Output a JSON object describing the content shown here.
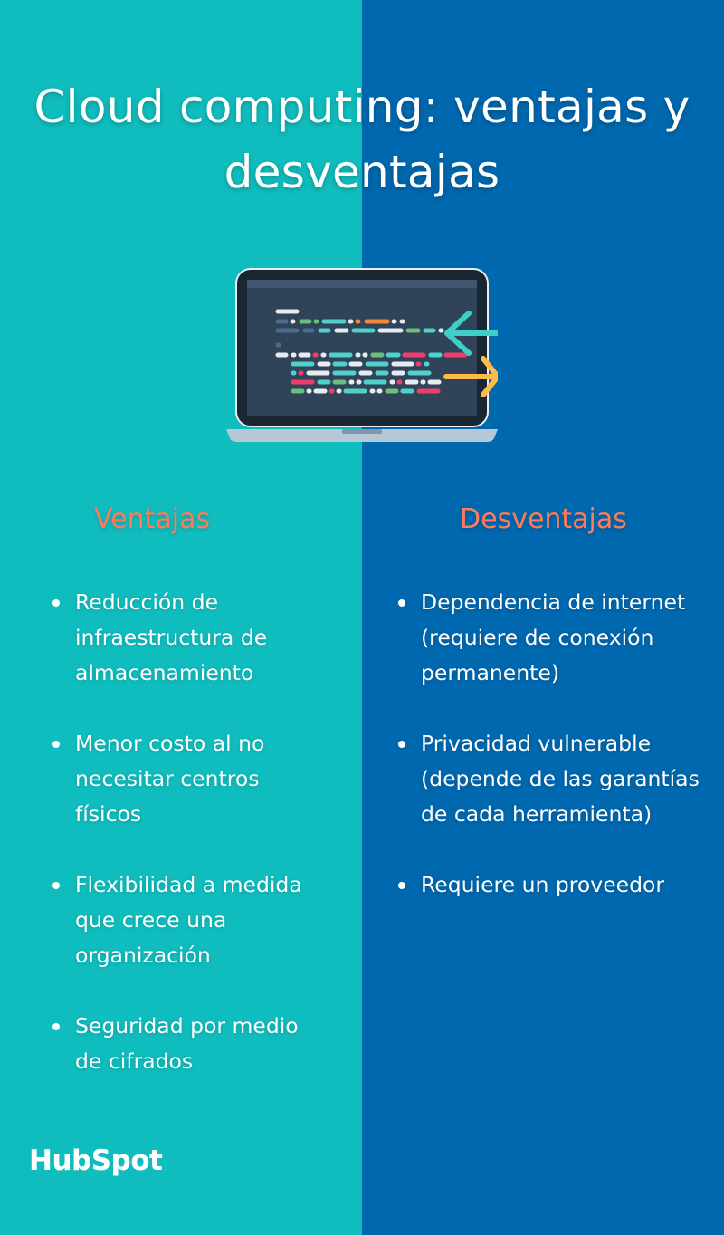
{
  "title": "Cloud computing: ventajas y desventajas",
  "illustration": {
    "icon": "laptop-code-icon",
    "arrows": [
      "arrow-left-icon",
      "arrow-right-icon"
    ]
  },
  "columns": {
    "left": {
      "heading": "Ventajas",
      "items": [
        "Reducción de infraestructura de almacenamiento",
        "Menor costo al no necesitar centros físicos",
        "Flexibilidad a medida que crece una organización",
        "Seguridad por medio de cifrados"
      ]
    },
    "right": {
      "heading": "Desventajas",
      "items": [
        "Dependencia de internet (requiere de conexión permanente)",
        "Privacidad vulnerable (depende de las garantías de cada herramienta)",
        "Requiere un proveedor"
      ]
    }
  },
  "logo": {
    "text": "HubSpot"
  },
  "colors": {
    "left_bg": "#10BDBE",
    "right_bg": "#0068AF",
    "heading": "#FF7A59",
    "text": "#FFFFFF"
  }
}
